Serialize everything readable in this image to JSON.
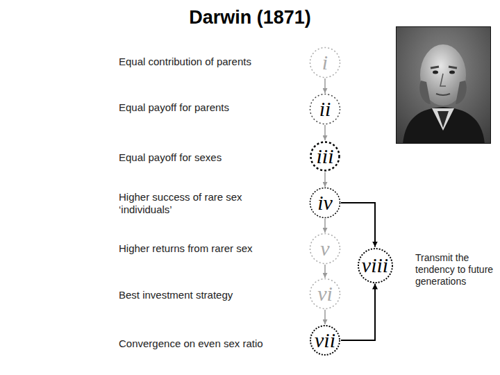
{
  "diagram": {
    "title": "Darwin (1871)",
    "nodes": [
      {
        "text": [
          "i"
        ]
      },
      {
        "text": [
          "ii"
        ]
      },
      {
        "text": [
          "iii"
        ]
      },
      {
        "text": [
          "iv"
        ]
      },
      {
        "text": [
          "v"
        ]
      },
      {
        "text": [
          "vi"
        ]
      },
      {
        "text": [
          "vii"
        ]
      },
      {
        "text": [
          "viii"
        ]
      }
    ],
    "edges": [
      {
        "from": 0,
        "to": 1,
        "arrow": "to"
      },
      {
        "from": 1,
        "to": 2,
        "arrow": "to"
      },
      {
        "from": 2,
        "to": 3,
        "arrow": "to"
      },
      {
        "from": 3,
        "to": 4,
        "arrow": "to"
      },
      {
        "from": 4,
        "to": 5,
        "arrow": "to"
      },
      {
        "from": 5,
        "to": 6,
        "arrow": "to"
      },
      {
        "from": 3,
        "to": 7,
        "arrow": "to"
      },
      {
        "from": 6,
        "to": 7,
        "arrow": "to"
      }
    ],
    "labels": [
      "Equal contribution of parents",
      "Equal payoff for parents",
      "Equal payoff for sexes",
      "Higher success of rare sex ‘individuals’",
      "Higher returns from rarer sex",
      "Best investment strategy",
      "Convergence on even sex ratio",
      "Transmit the tendency to future generations"
    ]
  }
}
